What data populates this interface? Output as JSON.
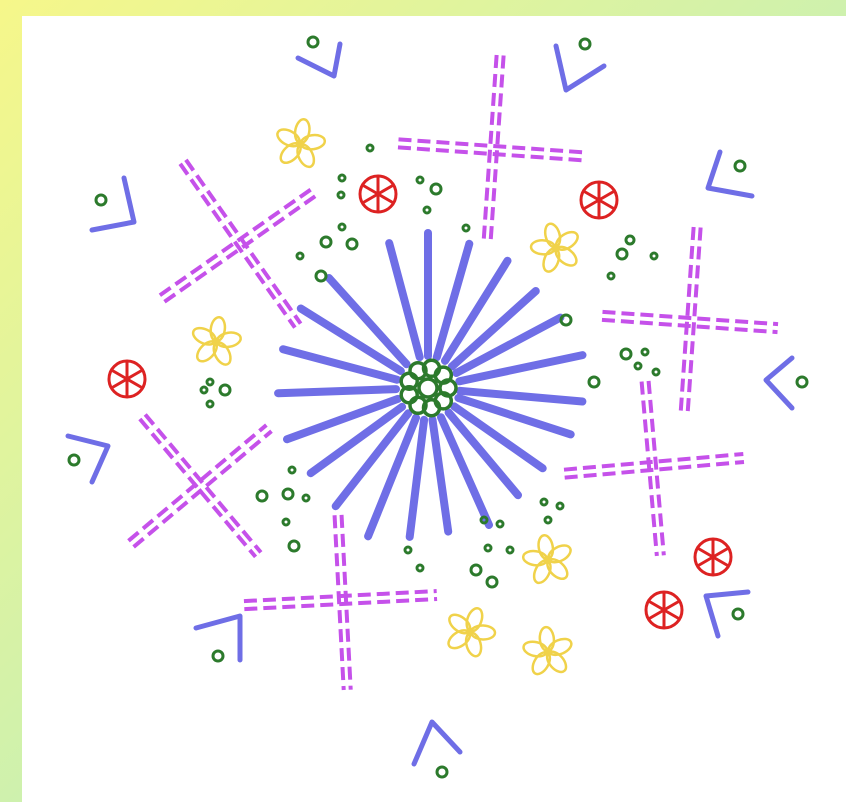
{
  "colors": {
    "background_gradient_start": "#f6f78a",
    "background_gradient_end": "#a9e8e8",
    "canvas": "#ffffff",
    "spoke": "#6f6ee6",
    "vee": "#6f6ee6",
    "cross": "#c551ea",
    "flower": "#f0d24a",
    "wheel": "#dd2222",
    "dot": "#2c7a2c"
  },
  "icons": [
    "central-starburst",
    "dashed-cross-symbol",
    "vee-symbol",
    "flower-symbol",
    "red-wheel-symbol",
    "green-ring-dot"
  ]
}
